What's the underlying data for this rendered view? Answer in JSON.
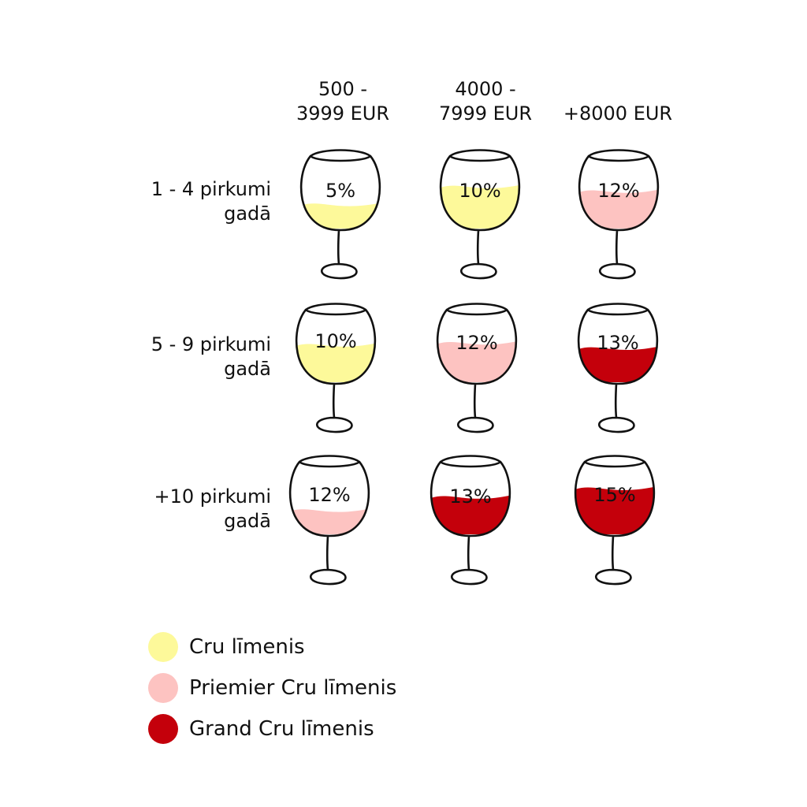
{
  "columns": [
    {
      "label": "500 -\n3999 EUR"
    },
    {
      "label": "4000 -\n7999 EUR"
    },
    {
      "label": "+8000 EUR"
    }
  ],
  "rows": [
    {
      "label": "1 - 4 pirkumi\ngadā",
      "cells": [
        {
          "pct": "5%",
          "level": "cru",
          "fill": 0.35
        },
        {
          "pct": "10%",
          "level": "cru",
          "fill": 0.62
        },
        {
          "pct": "12%",
          "level": "premier",
          "fill": 0.55
        }
      ]
    },
    {
      "label": "5 - 9 pirkumi\ngadā",
      "cells": [
        {
          "pct": "10%",
          "level": "cru",
          "fill": 0.55
        },
        {
          "pct": "12%",
          "level": "premier",
          "fill": 0.58
        },
        {
          "pct": "13%",
          "level": "grand",
          "fill": 0.5
        }
      ]
    },
    {
      "label": "+10 pirkumi\ngadā",
      "cells": [
        {
          "pct": "12%",
          "level": "premier",
          "fill": 0.35
        },
        {
          "pct": "13%",
          "level": "grand",
          "fill": 0.55
        },
        {
          "pct": "15%",
          "level": "grand",
          "fill": 0.68
        }
      ]
    }
  ],
  "legend": [
    {
      "key": "cru",
      "label": "Cru līmenis",
      "color": "#fdf99a"
    },
    {
      "key": "premier",
      "label": "Priemier Cru līmenis",
      "color": "#fdc3c1"
    },
    {
      "key": "grand",
      "label": "Grand Cru līmenis",
      "color": "#c4000b"
    }
  ],
  "icon": "wine-glass-icon"
}
